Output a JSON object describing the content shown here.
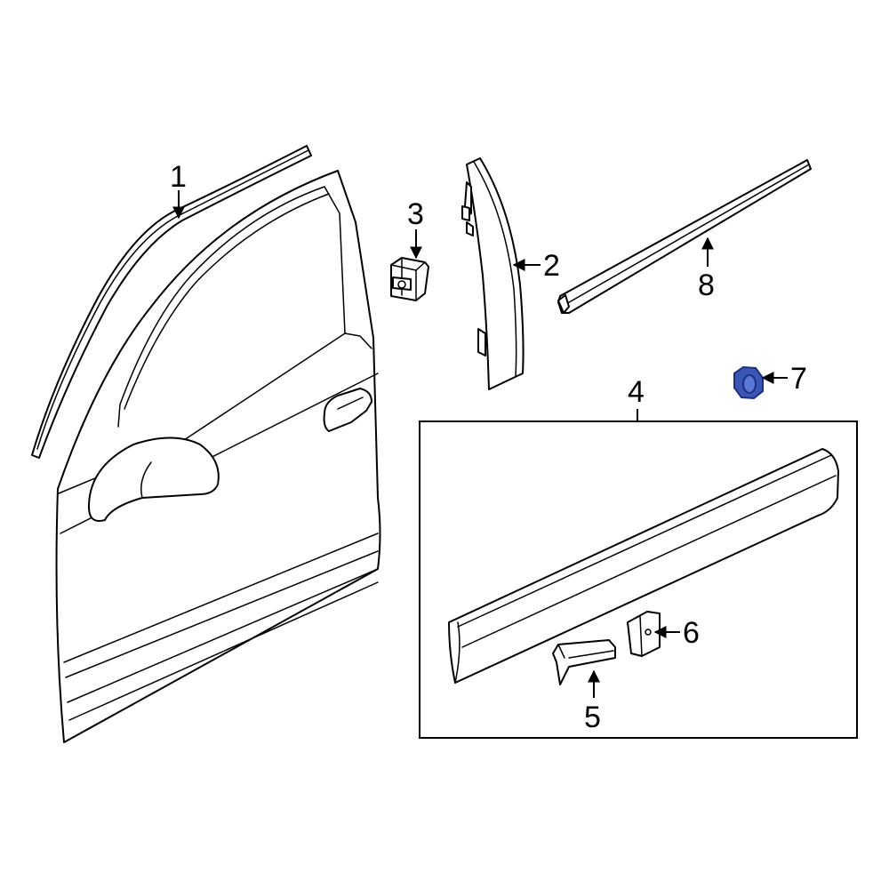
{
  "callouts": {
    "c1": "1",
    "c2": "2",
    "c3": "3",
    "c4": "4",
    "c5": "5",
    "c6": "6",
    "c7": "7",
    "c8": "8"
  },
  "colors": {
    "highlight": "#3b57b5",
    "highlight_stroke": "#1f2f80",
    "line": "#000000",
    "background": "#ffffff"
  },
  "highlighted_part": "7"
}
